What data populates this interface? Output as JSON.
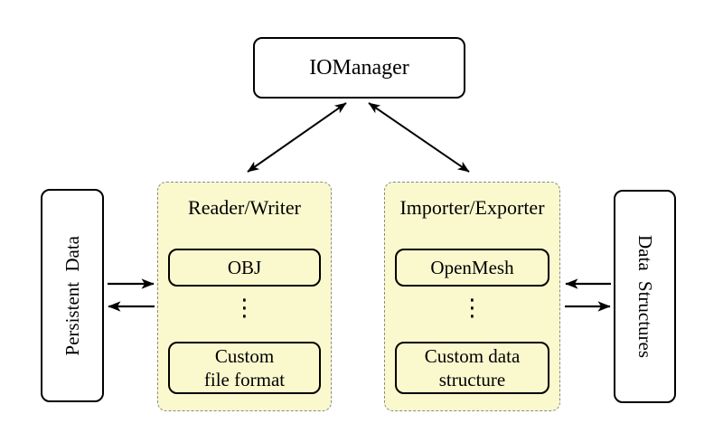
{
  "nodes": {
    "io_manager": "IOManager",
    "persistent_data": "Persistent Data",
    "data_structures": "Data Structures"
  },
  "groups": {
    "reader_writer": {
      "title": "Reader/Writer",
      "top_item": "OBJ",
      "ellipsis": "⋮",
      "bottom_item_line1": "Custom",
      "bottom_item_line2": "file format"
    },
    "importer_exporter": {
      "title": "Importer/Exporter",
      "top_item": "OpenMesh",
      "ellipsis": "⋮",
      "bottom_item_line1": "Custom data",
      "bottom_item_line2": "structure"
    }
  },
  "edges": [
    {
      "from": "IOManager",
      "to": "Reader/Writer",
      "style": "double-headed"
    },
    {
      "from": "IOManager",
      "to": "Importer/Exporter",
      "style": "double-headed"
    },
    {
      "from": "Persistent Data",
      "to": "Reader/Writer",
      "style": "single"
    },
    {
      "from": "Reader/Writer",
      "to": "Persistent Data",
      "style": "single"
    },
    {
      "from": "Data Structures",
      "to": "Importer/Exporter",
      "style": "single"
    },
    {
      "from": "Importer/Exporter",
      "to": "Data Structures",
      "style": "single"
    }
  ],
  "colors": {
    "background": "#ffffff",
    "group_fill": "#faf9ce",
    "group_border": "#8a8a8a",
    "node_fill": "#ffffff",
    "node_border": "#000000",
    "arrow": "#000000",
    "text": "#000000"
  }
}
